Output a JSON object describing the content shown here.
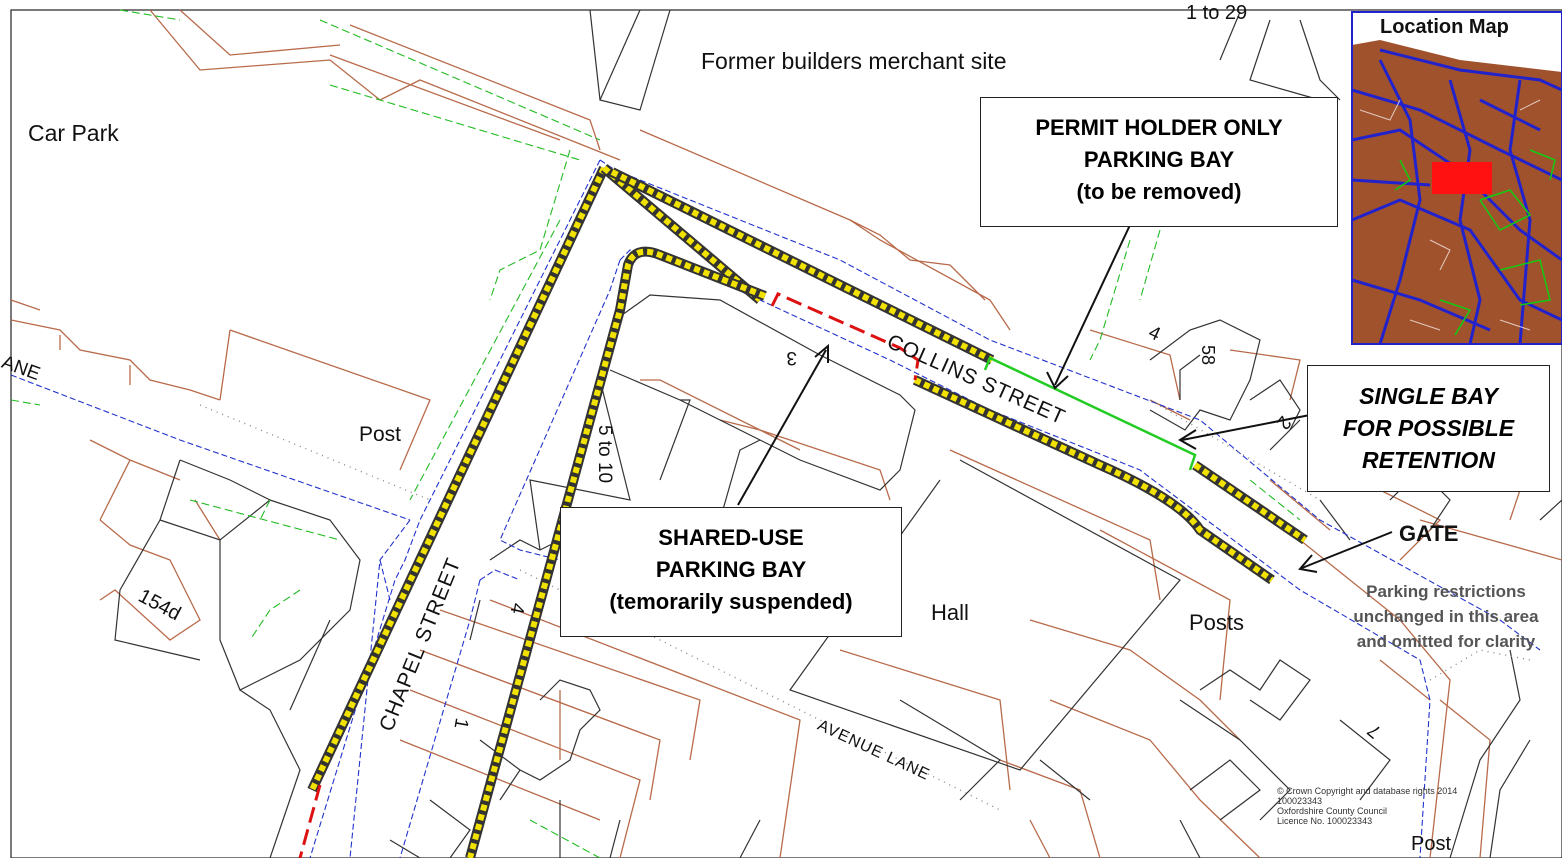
{
  "labels": {
    "top_number": "1 to 29",
    "former_site": "Former builders merchant site",
    "car_park": "Car Park",
    "lane_fragment": "ANE",
    "post_left": "Post",
    "number_154d": "154d",
    "number_5to10": "5 to 10",
    "number_3": "3",
    "number_4_top": "4",
    "number_4_mid": "4",
    "number_58": "58",
    "number_2": "2",
    "number_1": "1",
    "number_7": "7",
    "hall": "Hall",
    "posts": "Posts",
    "post_bottom": "Post"
  },
  "roads": {
    "chapel_street": "CHAPEL STREET",
    "collins_street": "COLLINS STREET",
    "avenue_lane": "AVENUE LANE"
  },
  "callouts": {
    "permit": {
      "line1": "PERMIT HOLDER ONLY",
      "line2": "PARKING BAY",
      "line3": "(to be removed)"
    },
    "shared": {
      "line1": "SHARED-USE",
      "line2": "PARKING BAY",
      "line3": "(temorarily suspended)"
    },
    "single": {
      "line1": "SINGLE BAY",
      "line2": "FOR POSSIBLE",
      "line3": "RETENTION"
    },
    "gate": "GATE"
  },
  "notes": {
    "restrictions_line1": "Parking restrictions",
    "restrictions_line2": "unchanged in this area",
    "restrictions_line3": "and omitted for clarity"
  },
  "inset": {
    "title": "Location Map"
  },
  "copyright": {
    "line1": "© Crown Copyright and database rights 2014",
    "line2": "100023343",
    "line3": "Oxfordshire County Council",
    "line4": "Licence No. 100023343"
  },
  "colors": {
    "building_outline": "#b86a4a",
    "boundary": "#333333",
    "green_boundary": "#22bb22",
    "kerb_line": "#2233cc",
    "double_yellow": "#f2e200",
    "bay_suspended": "#dd1111",
    "bay_permit": "#22cc22",
    "inset_fill": "#a0522d",
    "inset_roads": "#2222cc"
  }
}
